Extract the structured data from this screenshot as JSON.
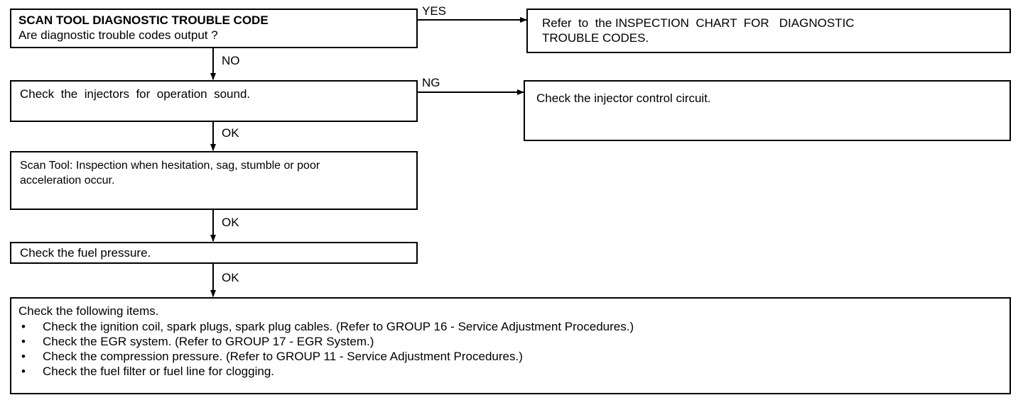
{
  "boxes": {
    "start": {
      "title": "SCAN TOOL DIAGNOSTIC TROUBLE CODE",
      "question": "Are diagnostic trouble codes output ?"
    },
    "refer_chart": {
      "line1": "Refer  to  the INSPECTION  CHART  FOR   DIAGNOSTIC",
      "line2": "TROUBLE CODES."
    },
    "injector_sound": {
      "text": "Check  the  injectors  for  operation  sound."
    },
    "injector_circuit": {
      "text": "Check the injector control circuit."
    },
    "scan_tool": {
      "line1": "Scan Tool: Inspection when hesitation, sag, stumble or poor",
      "line2": "acceleration occur."
    },
    "fuel_pressure": {
      "text": "Check the fuel pressure."
    },
    "following": {
      "heading": "Check the following items.",
      "bullet": "•",
      "items": [
        "Check the ignition coil, spark plugs, spark plug cables. (Refer to GROUP 16 - Service Adjustment Procedures.)",
        "Check the EGR system. (Refer to GROUP 17 - EGR System.)",
        "Check the compression pressure. (Refer to GROUP 11 - Service Adjustment Procedures.)",
        "Check the fuel filter or fuel line for clogging."
      ]
    }
  },
  "labels": {
    "yes": "YES",
    "no": "NO",
    "ng": "NG",
    "ok1": "OK",
    "ok2": "OK",
    "ok3": "OK"
  }
}
